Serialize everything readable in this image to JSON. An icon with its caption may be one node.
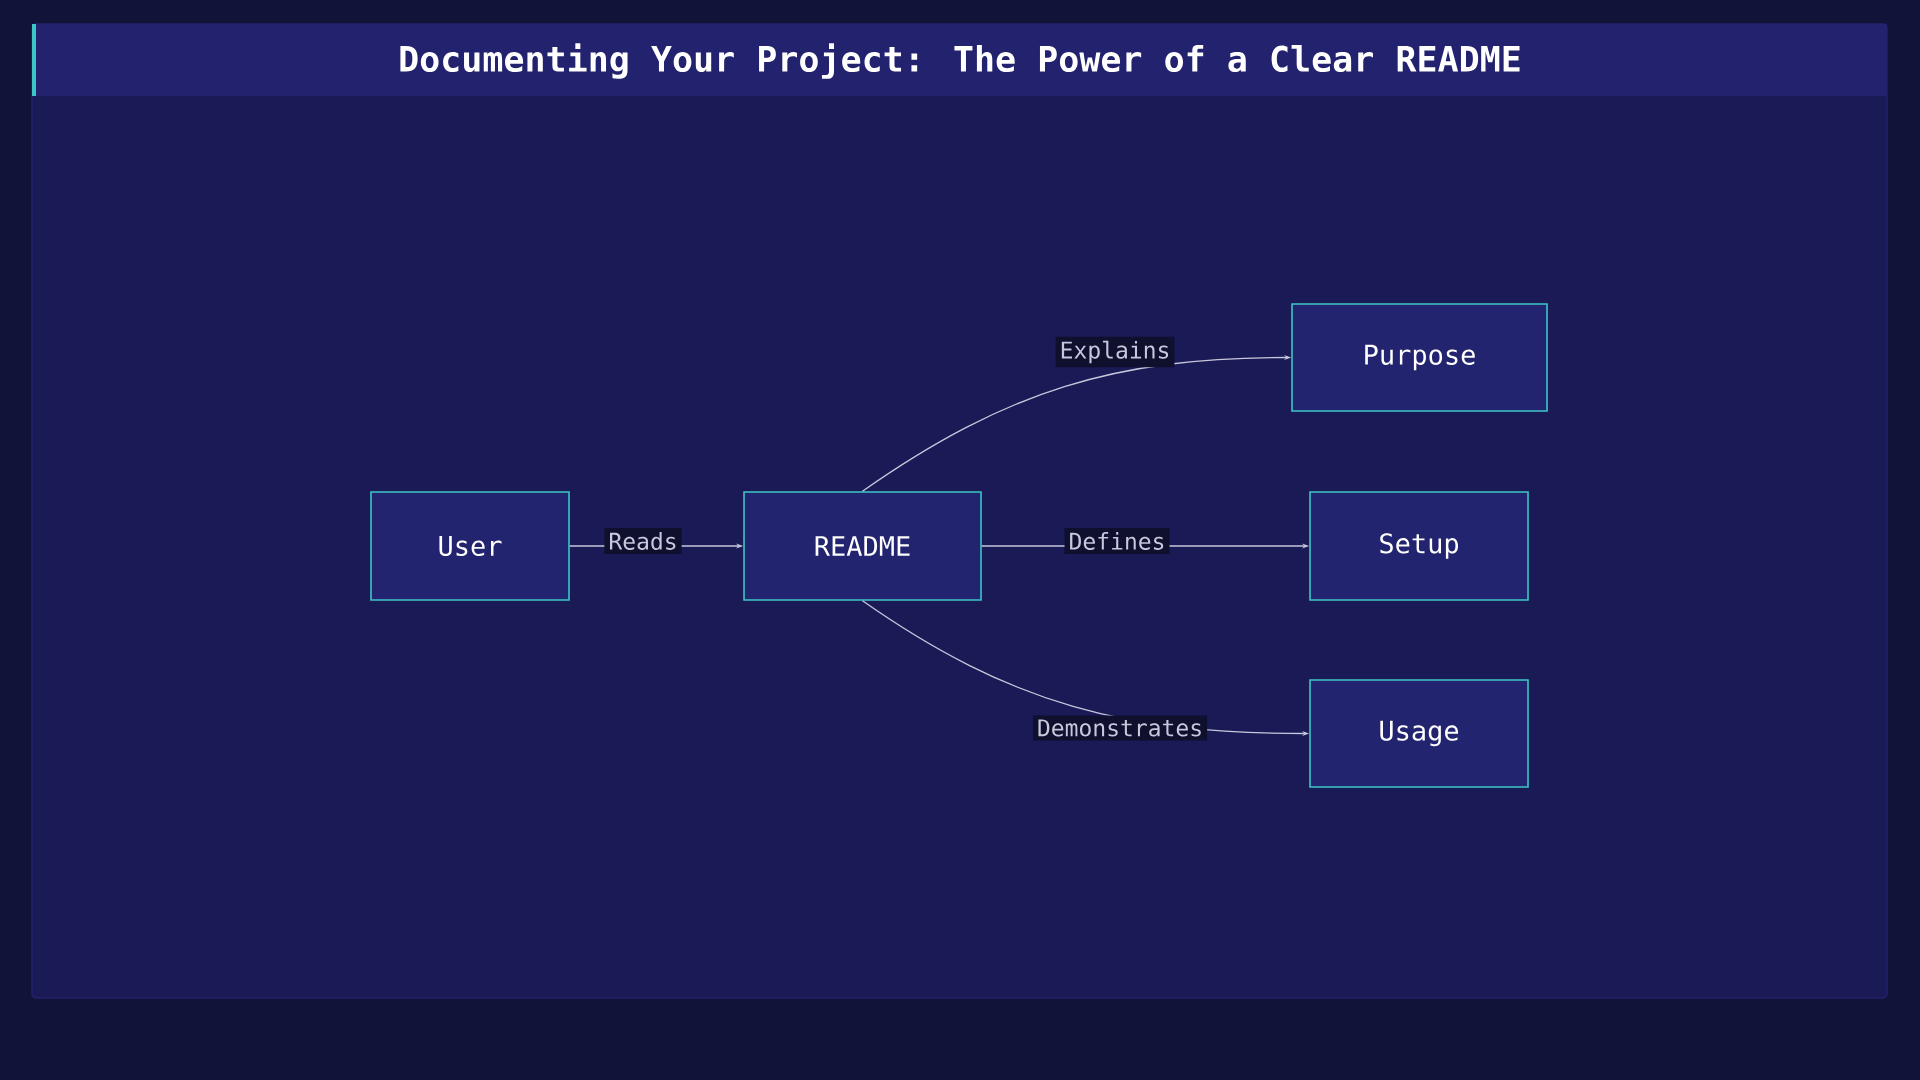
{
  "diagram": {
    "title": "Documenting Your Project: The Power of a Clear README",
    "nodes": [
      {
        "text": [
          "User"
        ]
      },
      {
        "text": [
          "README"
        ]
      },
      {
        "text": [
          "Purpose"
        ]
      },
      {
        "text": [
          "Setup"
        ]
      },
      {
        "text": [
          "Usage"
        ]
      }
    ],
    "edges": [
      {
        "from": 0,
        "to": 1,
        "arrow": "to",
        "label": "Reads"
      },
      {
        "from": 1,
        "to": 2,
        "arrow": "to",
        "label": "Explains"
      },
      {
        "from": 1,
        "to": 3,
        "arrow": "to",
        "label": "Defines"
      },
      {
        "from": 1,
        "to": 4,
        "arrow": "to",
        "label": "Demonstrates"
      }
    ]
  }
}
